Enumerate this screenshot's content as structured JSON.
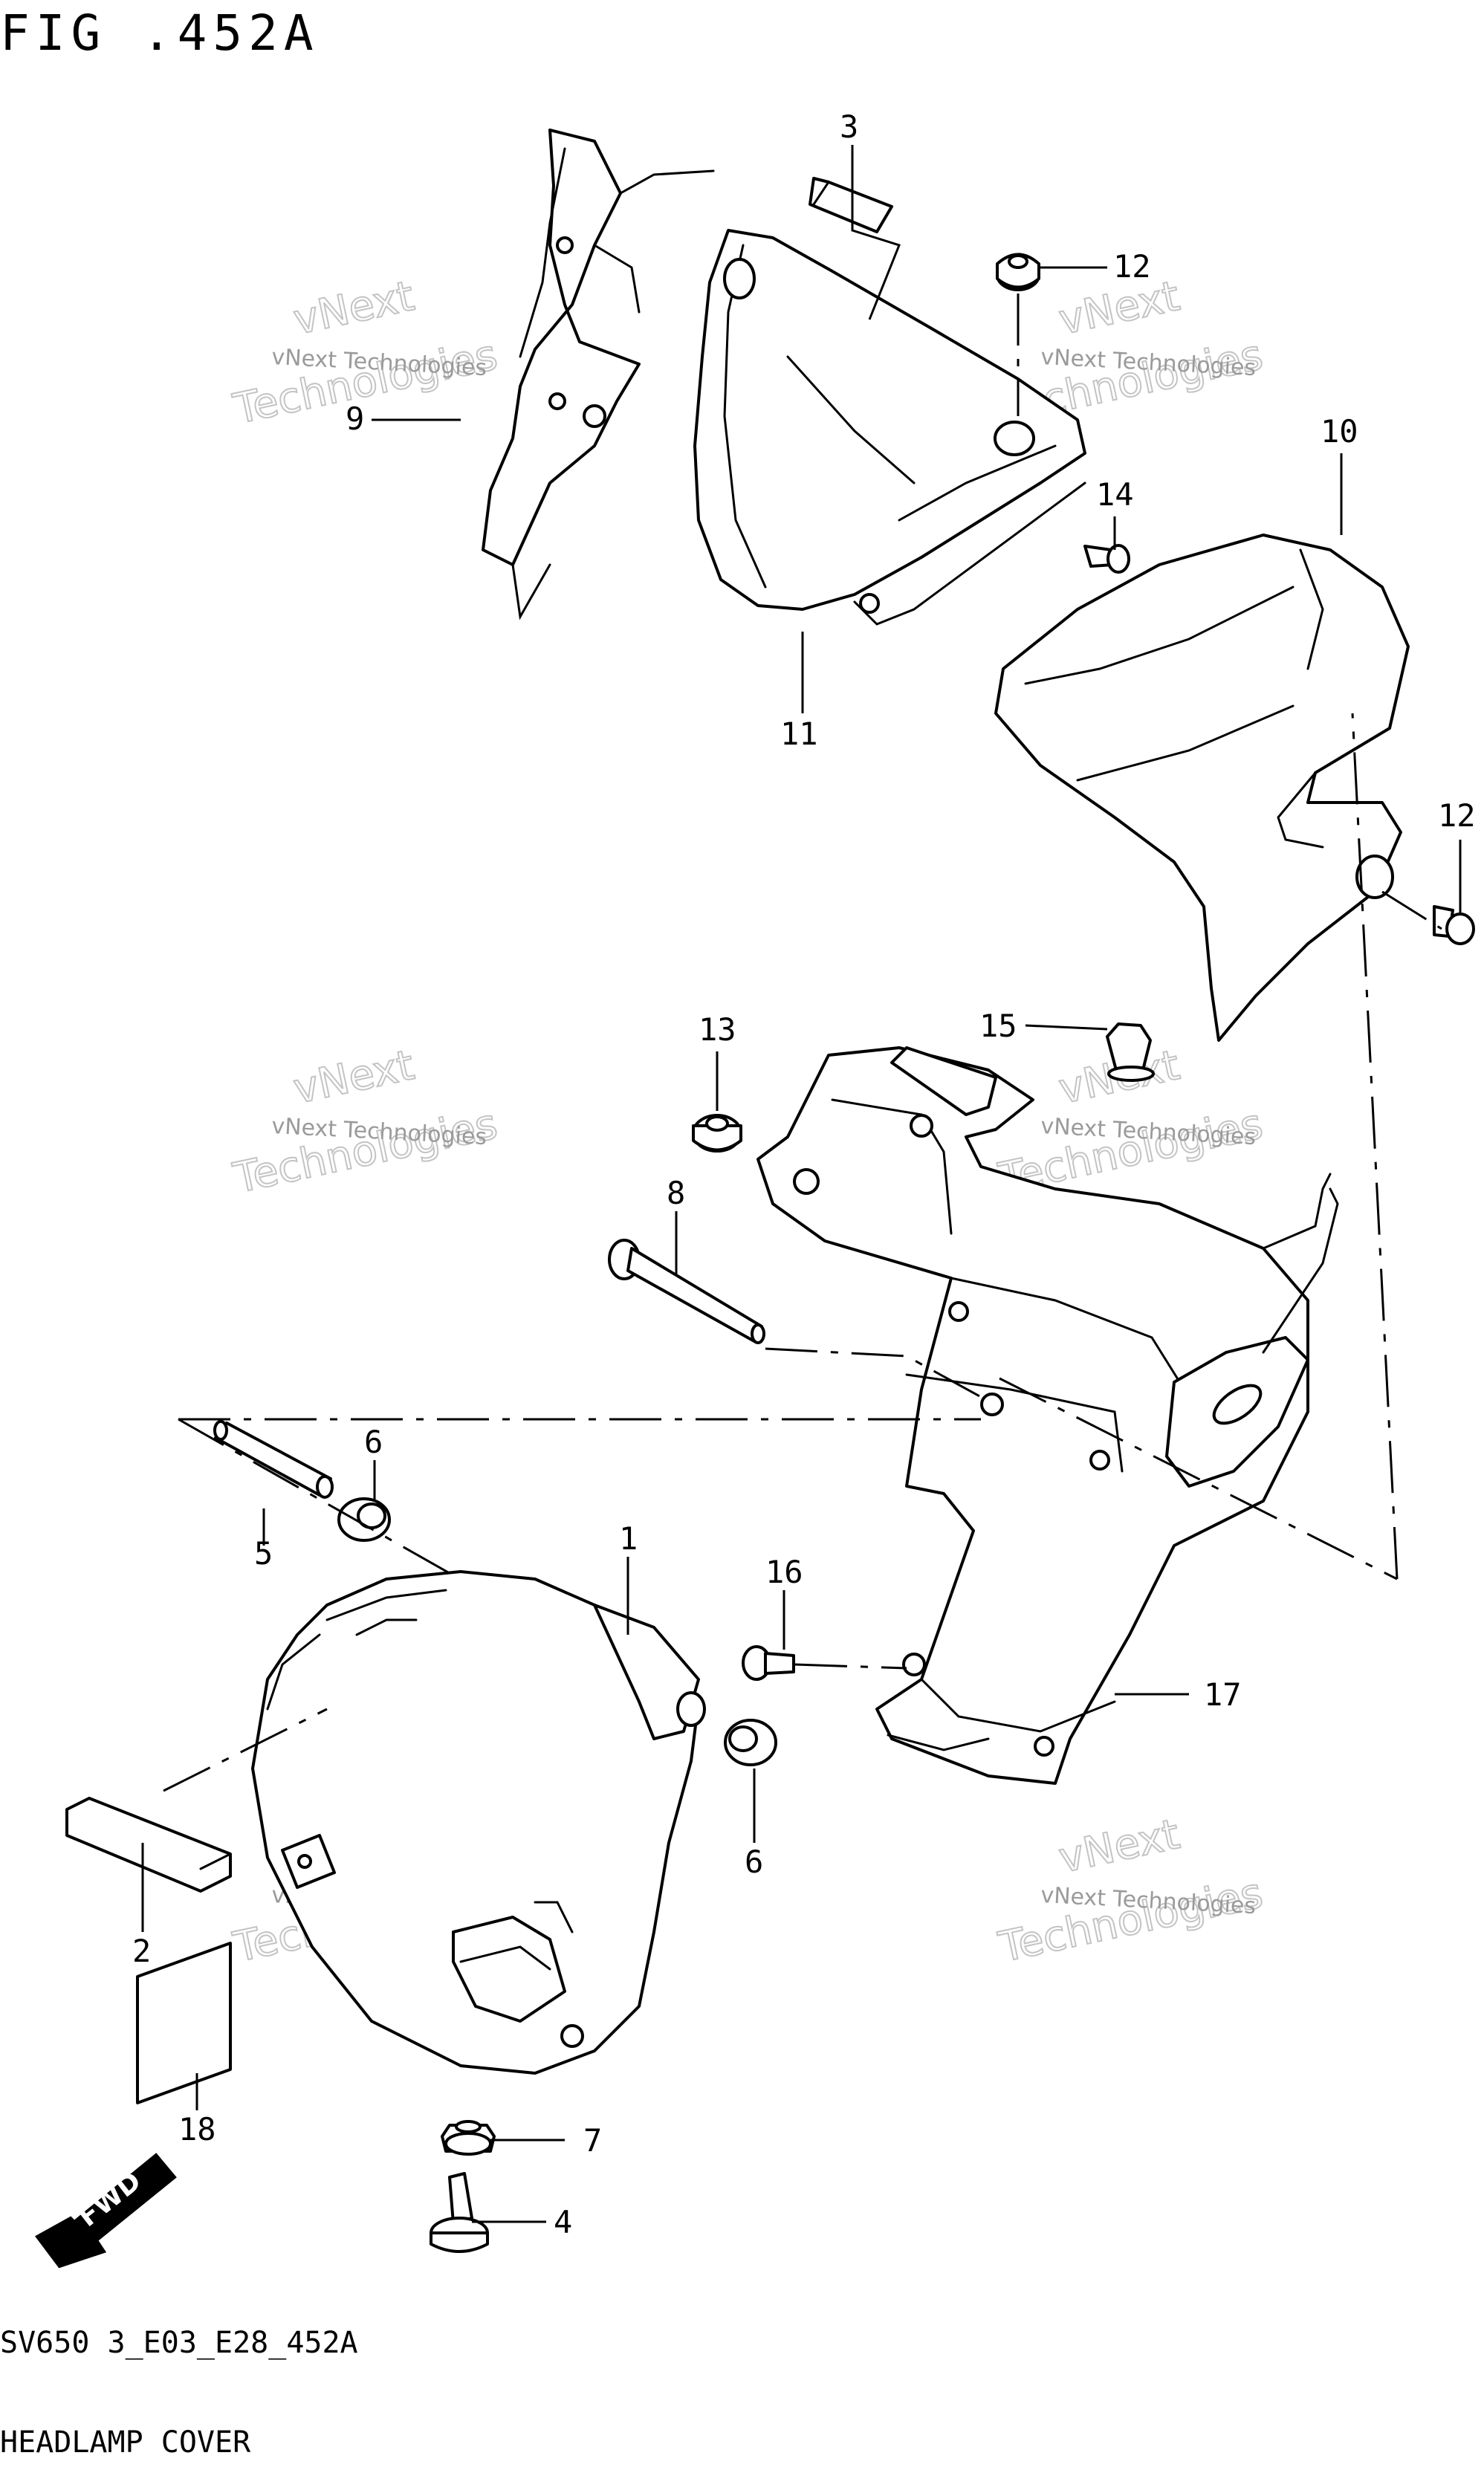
{
  "figure": {
    "title": "FIG .452A",
    "code": "SV650 3_E03_E28_452A",
    "name": "HEADLAMP COVER"
  },
  "watermark": {
    "line1": "vNext Technologies",
    "line2": "Technologies",
    "line3": "vNext"
  },
  "fwd_label": "FWD",
  "callouts": [
    {
      "id": "1",
      "label": "1"
    },
    {
      "id": "2",
      "label": "2"
    },
    {
      "id": "3",
      "label": "3"
    },
    {
      "id": "4",
      "label": "4"
    },
    {
      "id": "5",
      "label": "5"
    },
    {
      "id": "6a",
      "label": "6"
    },
    {
      "id": "6b",
      "label": "6"
    },
    {
      "id": "7",
      "label": "7"
    },
    {
      "id": "8",
      "label": "8"
    },
    {
      "id": "9",
      "label": "9"
    },
    {
      "id": "10",
      "label": "10"
    },
    {
      "id": "11",
      "label": "11"
    },
    {
      "id": "12a",
      "label": "12"
    },
    {
      "id": "12b",
      "label": "12"
    },
    {
      "id": "13",
      "label": "13"
    },
    {
      "id": "14",
      "label": "14"
    },
    {
      "id": "15",
      "label": "15"
    },
    {
      "id": "16",
      "label": "16"
    },
    {
      "id": "17",
      "label": "17"
    },
    {
      "id": "18",
      "label": "18"
    }
  ]
}
